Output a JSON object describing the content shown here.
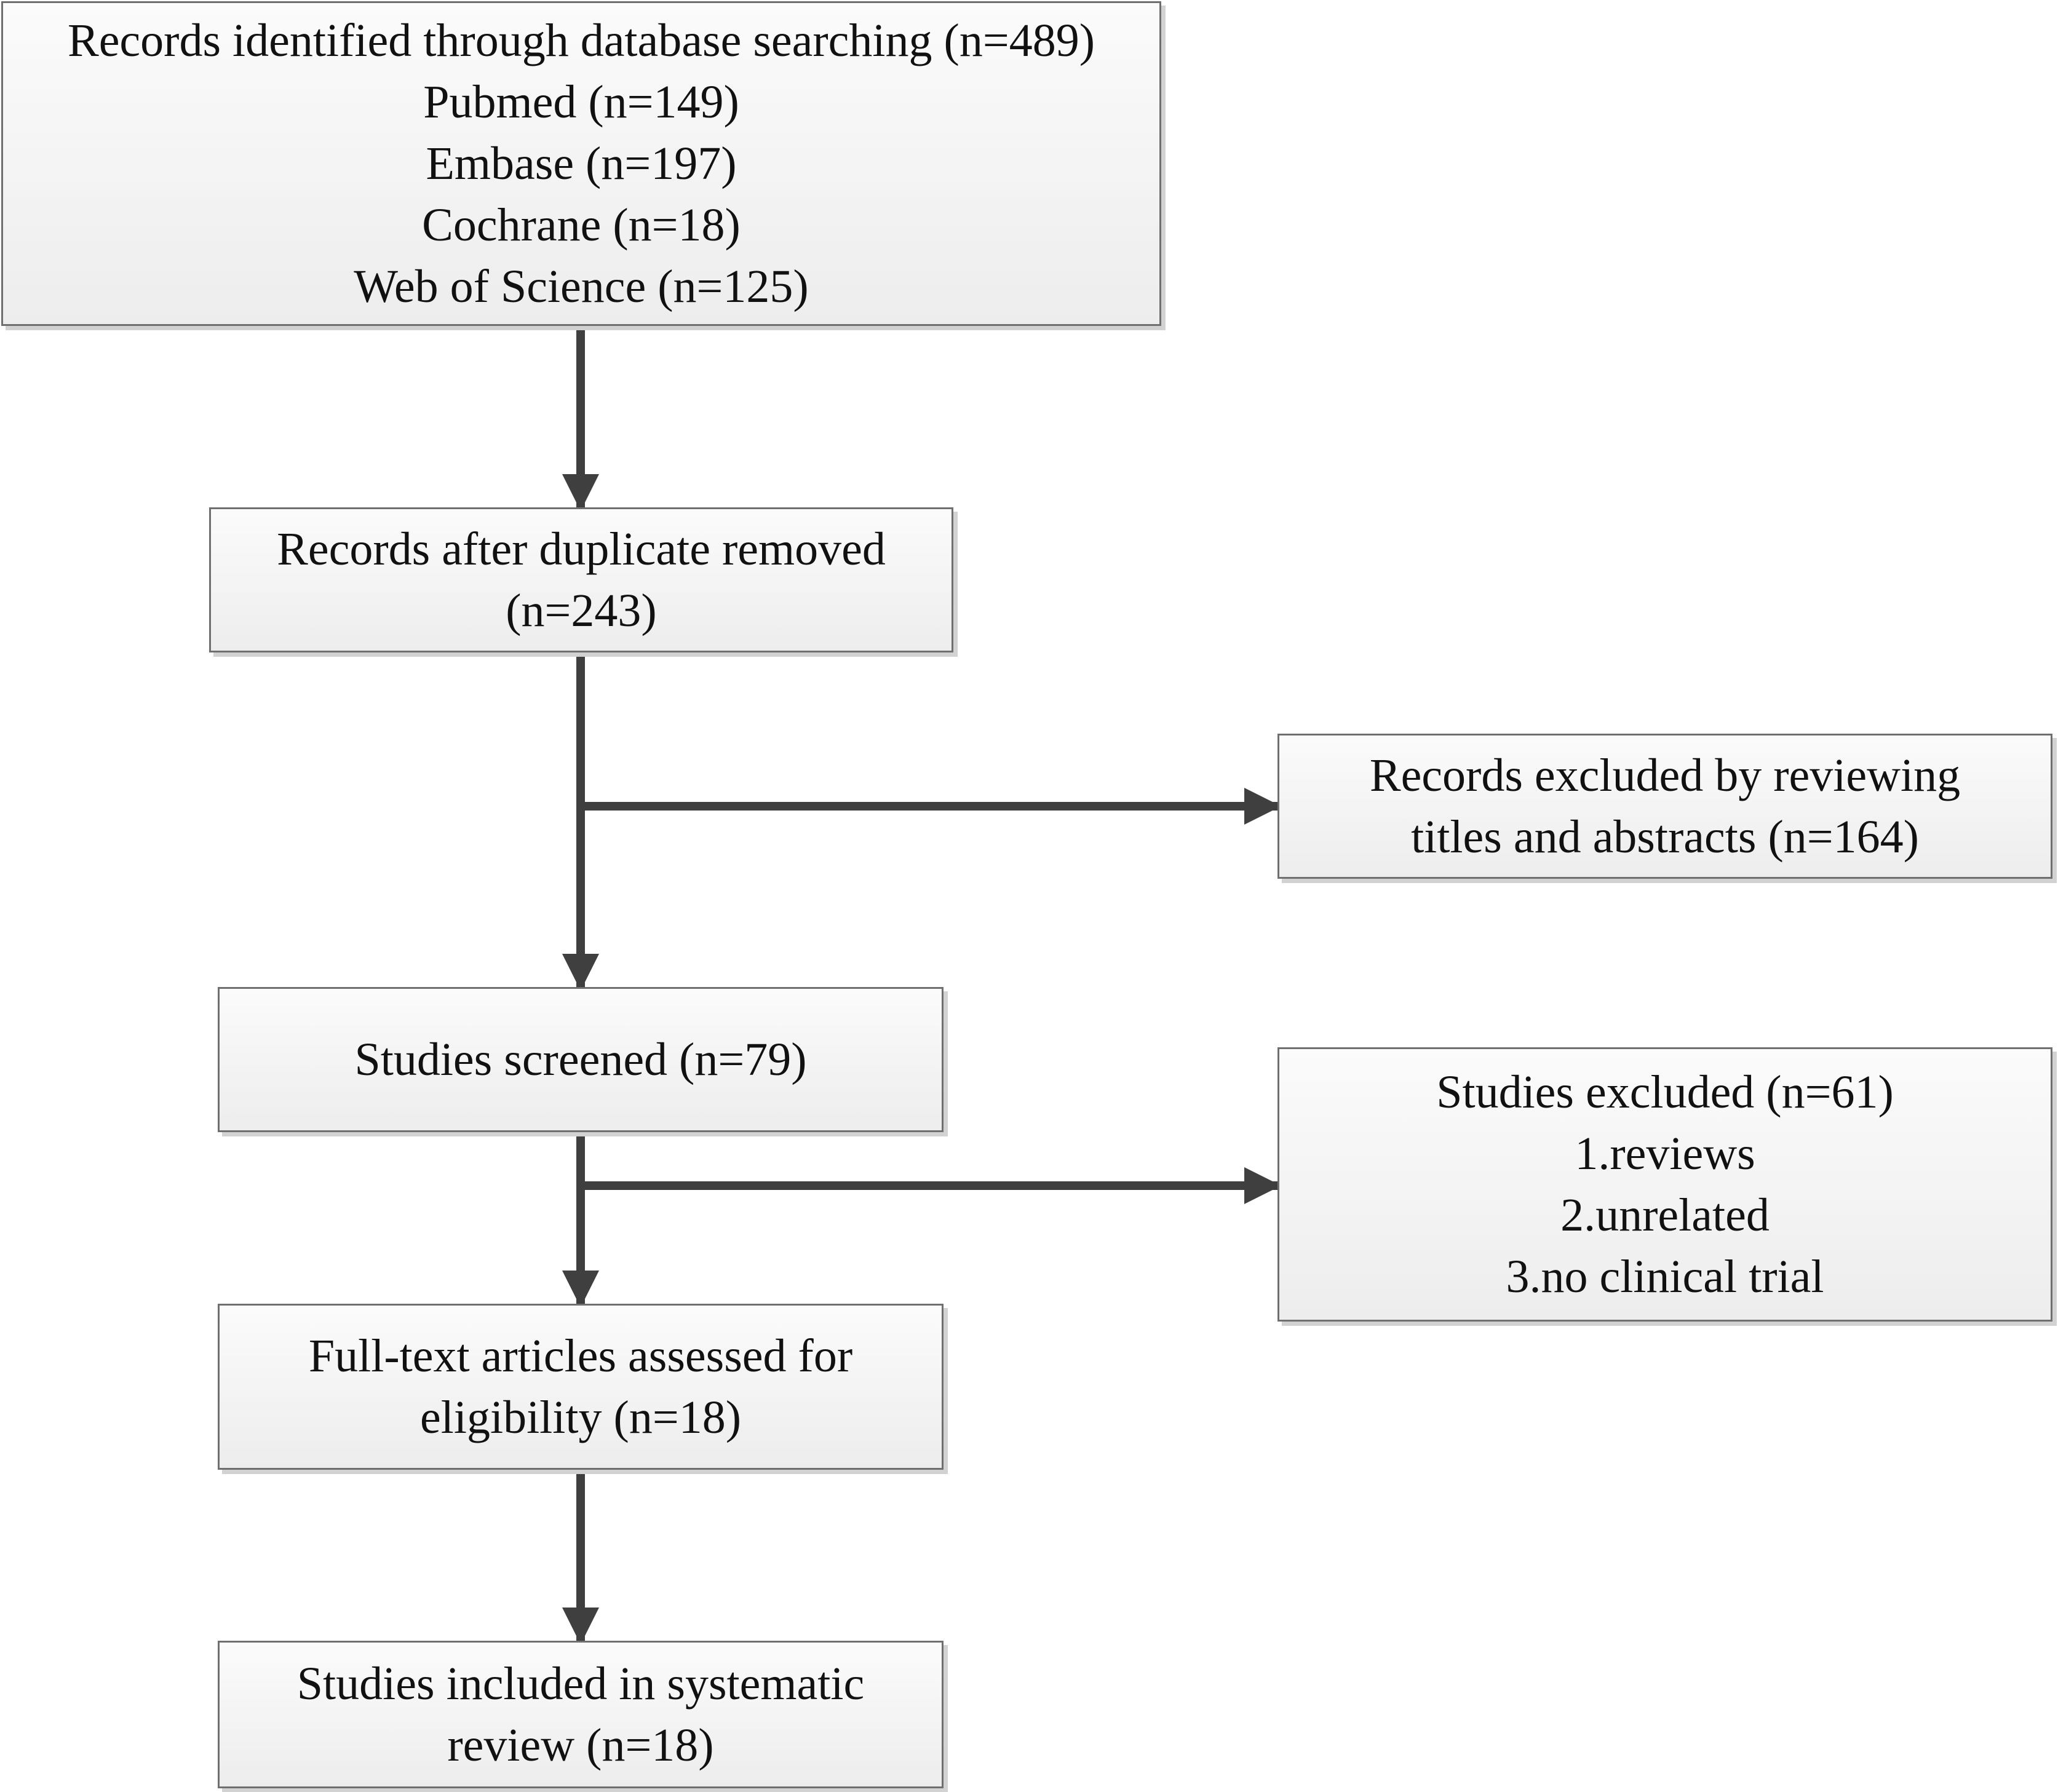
{
  "flowchart": {
    "identified": {
      "title": "Records identified through database searching (n=489)",
      "sources": [
        "Pubmed (n=149)",
        "Embase (n=197)",
        "Cochrane (n=18)",
        "Web of Science (n=125)"
      ]
    },
    "after_duplicates": {
      "line1": "Records after duplicate removed",
      "line2": "(n=243)"
    },
    "excluded_titles": {
      "line1": "Records excluded by reviewing",
      "line2": "titles and abstracts (n=164)"
    },
    "screened": {
      "line1": "Studies screened (n=79)"
    },
    "excluded_studies": {
      "title": "Studies excluded (n=61)",
      "reasons": [
        "1.reviews",
        "2.unrelated",
        "3.no clinical trial"
      ]
    },
    "fulltext": {
      "line1": "Full-text articles assessed for",
      "line2": "eligibility (n=18)"
    },
    "included": {
      "line1": "Studies included in systematic",
      "line2": "review (n=18)"
    }
  },
  "colors": {
    "connector": "#3f3f3f",
    "box_border": "#6f6f6f",
    "box_fill": "#f4f4f4",
    "box_shadow": "#d2d2d2"
  }
}
